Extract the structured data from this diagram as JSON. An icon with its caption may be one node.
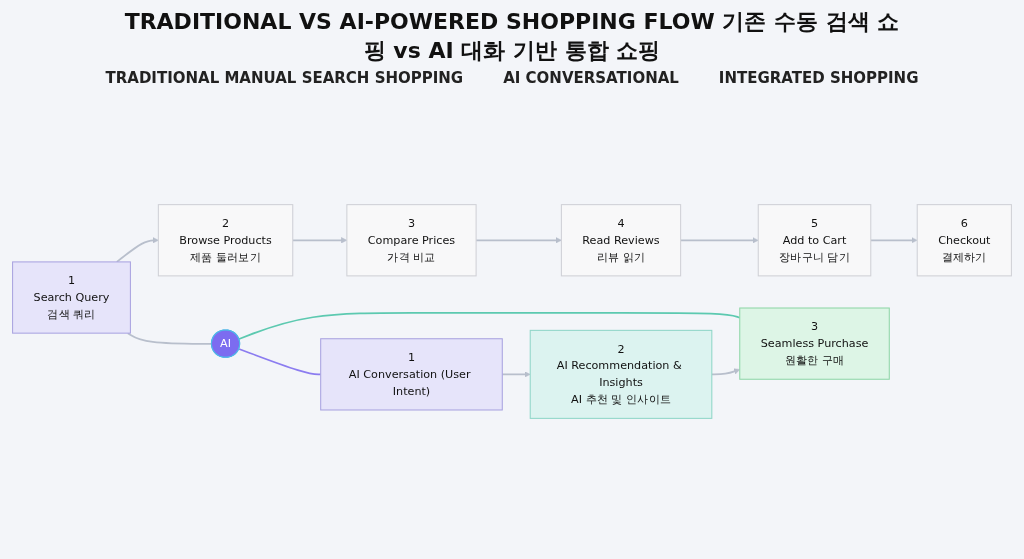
{
  "diagram": {
    "title": "TRADITIONAL VS AI-POWERED SHOPPING FLOW 기존 수동 검색 쇼핑 vs AI 대화 기반 통합 쇼핑",
    "nodes": [
      {
        "text": [
          "1",
          "Search Query",
          "검색 쿼리"
        ]
      },
      {
        "text": [
          "2",
          "Browse Products",
          "제품 둘러보기"
        ]
      },
      {
        "text": [
          "3",
          "Compare Prices",
          "가격 비교"
        ]
      },
      {
        "text": [
          "4",
          "Read Reviews",
          "리뷰 읽기"
        ]
      },
      {
        "text": [
          "5",
          "Add to Cart",
          "장바구니 담기"
        ]
      },
      {
        "text": [
          "6",
          "Checkout",
          "결제하기"
        ]
      },
      {
        "text": [
          "AI"
        ]
      },
      {
        "text": [
          "1",
          "AI Conversation (User Intent)"
        ]
      },
      {
        "text": [
          "2",
          "AI Recommendation & Insights",
          "AI 추천 및 인사이트"
        ]
      },
      {
        "text": [
          "3",
          "Seamless Purchase",
          "원활한 구매"
        ]
      }
    ],
    "edges": [
      {
        "from": 0,
        "to": 1,
        "arrow": "to"
      },
      {
        "from": 1,
        "to": 2,
        "arrow": "to"
      },
      {
        "from": 2,
        "to": 3,
        "arrow": "to"
      },
      {
        "from": 3,
        "to": 4,
        "arrow": "to"
      },
      {
        "from": 4,
        "to": 5,
        "arrow": "to"
      },
      {
        "from": 0,
        "to": 6,
        "arrow": "none"
      },
      {
        "from": 6,
        "to": 7,
        "arrow": "none",
        "color": "#8b7cf0"
      },
      {
        "from": 6,
        "to": 9,
        "arrow": "none",
        "color": "#5cc9b0"
      },
      {
        "from": 7,
        "to": 8,
        "arrow": "to"
      },
      {
        "from": 8,
        "to": 9,
        "arrow": "to"
      }
    ],
    "labels": [
      "TRADITIONAL MANUAL SEARCH SHOPPING",
      "AI CONVERSATIONAL",
      "INTEGRATED SHOPPING"
    ]
  }
}
